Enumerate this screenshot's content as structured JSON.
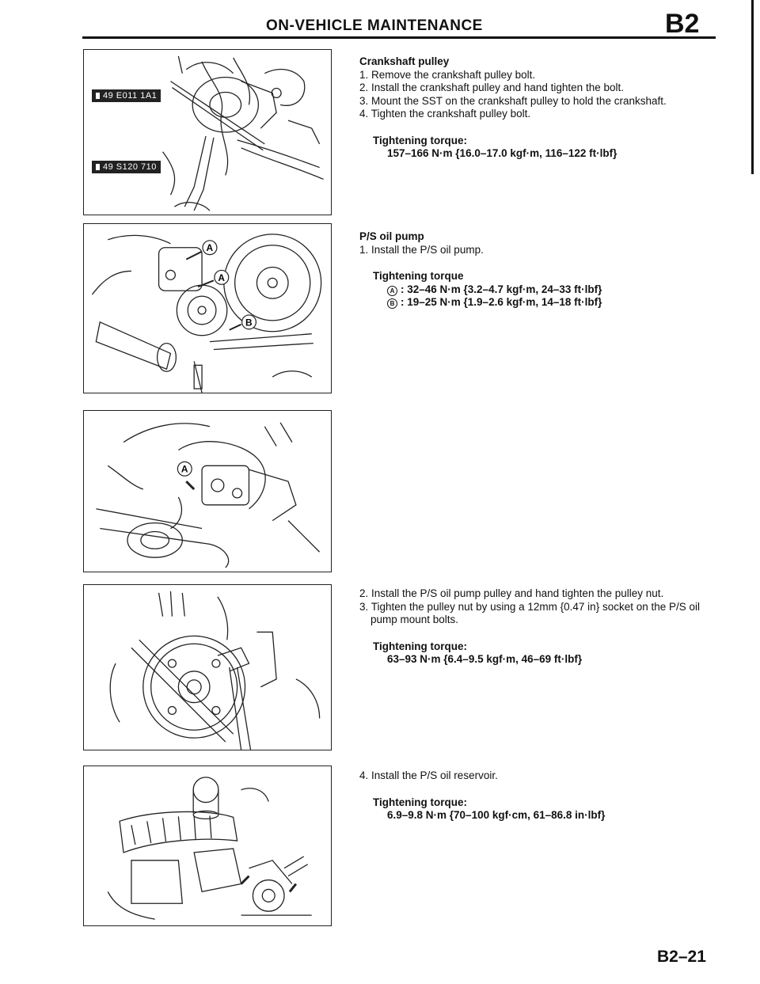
{
  "header": {
    "title": "ON-VEHICLE MAINTENANCE",
    "code": "B2"
  },
  "figures": {
    "fig1": {
      "tool_labels": [
        "49 E011 1A1",
        "49 S120 710"
      ]
    },
    "fig2": {
      "markers": [
        "A",
        "A",
        "B"
      ]
    },
    "fig3": {
      "markers": [
        "A"
      ]
    }
  },
  "sections": {
    "crankshaft": {
      "heading": "Crankshaft pulley",
      "steps": [
        "1. Remove the crankshaft pulley bolt.",
        "2. Install the crankshaft pulley and hand tighten the bolt.",
        "3. Mount the SST on the crankshaft pulley to hold the crankshaft.",
        "4. Tighten the crankshaft pulley bolt."
      ],
      "torque_label": "Tightening torque:",
      "torque_value": "157–166 N·m {16.0–17.0 kgf·m, 116–122 ft·lbf}"
    },
    "ps_pump": {
      "heading": "P/S oil pump",
      "steps": [
        "1. Install the P/S oil pump."
      ],
      "torque_label": "Tightening torque",
      "torque_a_marker": "A",
      "torque_a": ": 32–46 N·m {3.2–4.7 kgf·m, 24–33 ft·lbf}",
      "torque_b_marker": "B",
      "torque_b": ": 19–25 N·m {1.9–2.6 kgf·m, 14–18 ft·lbf}"
    },
    "pulley": {
      "steps": [
        "2. Install the P/S oil pump pulley and hand tighten the pulley nut.",
        "3. Tighten the pulley nut by using a 12mm {0.47 in} socket on the P/S oil pump mount bolts."
      ],
      "torque_label": "Tightening torque:",
      "torque_value": "63–93 N·m {6.4–9.5 kgf·m, 46–69 ft·lbf}"
    },
    "reservoir": {
      "steps": [
        "4. Install the P/S oil reservoir."
      ],
      "torque_label": "Tightening torque:",
      "torque_value": "6.9–9.8 N·m {70–100 kgf·cm, 61–86.8 in·lbf}"
    }
  },
  "footer": {
    "page_number": "B2–21"
  }
}
